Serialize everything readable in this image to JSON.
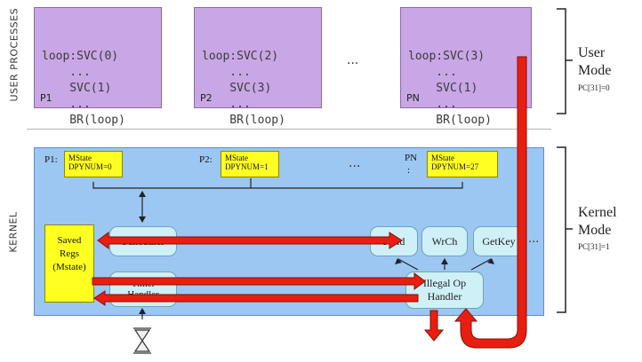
{
  "processes": [
    {
      "name": "P1",
      "lines": [
        "loop:SVC(0)",
        "    ...",
        "    SVC(1)",
        "    ...",
        "    BR(loop)"
      ]
    },
    {
      "name": "P2",
      "lines": [
        "loop:SVC(2)",
        "    ...",
        "    SVC(3)",
        "    ...",
        "    BR(loop)"
      ]
    },
    {
      "name": "PN",
      "lines": [
        "loop:SVC(3)",
        "    ...",
        "    SVC(1)",
        "    ...",
        "    BR(loop)"
      ]
    }
  ],
  "user_ellipsis": "...",
  "user_side_label": "USER PROCESSES",
  "kernel_side_label": "KERNEL",
  "user_mode": {
    "title1": "User",
    "title2": "Mode",
    "sub": "PC[31]=0"
  },
  "kernel_mode": {
    "title1": "Kernel",
    "title2": "Mode",
    "sub": "PC[31]=1"
  },
  "kernel": {
    "p1_label": "P1:",
    "p2_label": "P2:",
    "pn_label": "PN",
    "pn_colon": ":",
    "ellipsis": "...",
    "mstate1": [
      "MState",
      "DPYNUM=0"
    ],
    "mstate2": [
      "MState",
      "DPYNUM=1"
    ],
    "mstateN": [
      "MState",
      "DPYNUM=27"
    ],
    "saved_regs": [
      "Saved",
      "Regs",
      "(Mstate)"
    ],
    "scheduler": "Scheduler",
    "timer1": "Timer",
    "timer2": "Handler",
    "field": "Field",
    "wrch": "WrCh",
    "getkey": "GetKey",
    "more": "...",
    "illegal1": "Illegal Op",
    "illegal2": "Handler"
  },
  "colors": {
    "process_fill": "#c9a6e6",
    "kernel_fill": "#9cc7f3",
    "mstate_fill": "#ffff22",
    "arrow_red": "#e81f10"
  }
}
